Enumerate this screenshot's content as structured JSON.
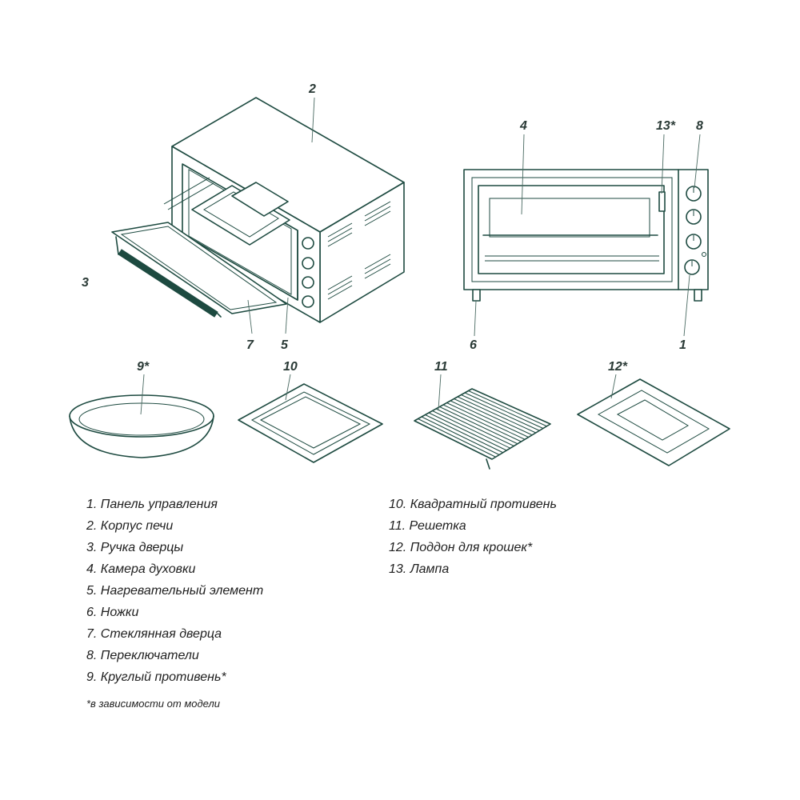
{
  "callouts": {
    "c1": "1",
    "c2": "2",
    "c3": "3",
    "c4": "4",
    "c5": "5",
    "c6": "6",
    "c7": "7",
    "c8": "8",
    "c9": "9*",
    "c10": "10",
    "c11": "11",
    "c12": "12*",
    "c13": "13*"
  },
  "legend": {
    "left": [
      "1. Панель управления",
      "2. Корпус печи",
      "3. Ручка дверцы",
      "4. Камера духовки",
      "5. Нагревательный элемент",
      "6. Ножки",
      "7. Стеклянная дверца",
      "8. Переключатели",
      "9. Круглый противень*"
    ],
    "right": [
      "10. Квадратный противень",
      "11. Решетка",
      "12. Поддон для крошек*",
      "13. Лампа"
    ]
  },
  "footnote": "*в зависимости от модели",
  "colors": {
    "line": "#1d4a40",
    "text": "#1e1e1e"
  }
}
